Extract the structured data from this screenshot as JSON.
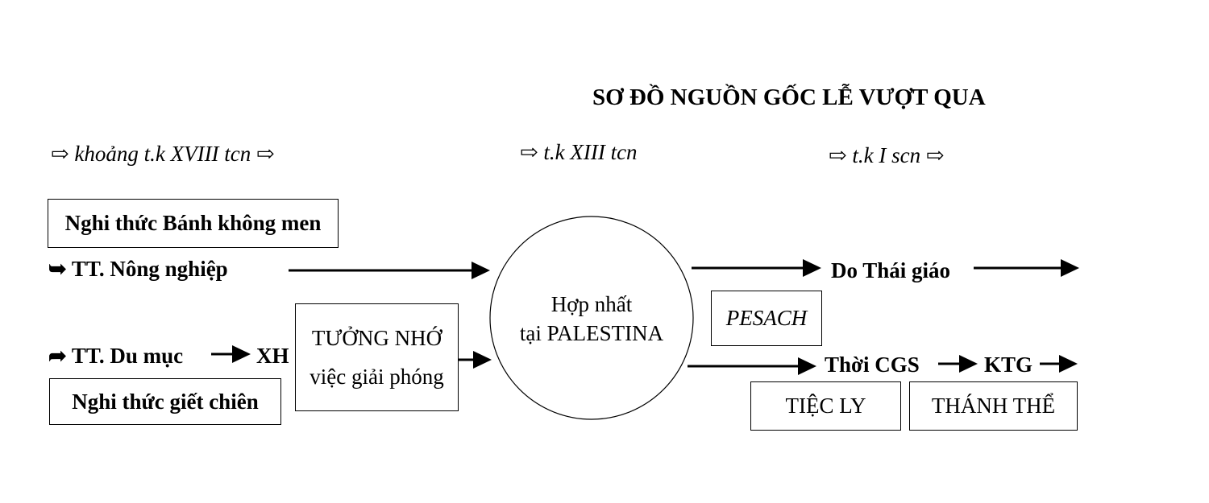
{
  "title": "SƠ ĐỒ NGUỒN GỐC LỄ VƯỢT QUA",
  "timeline": {
    "period_1": "⇨ khoảng t.k XVIII tcn ⇨",
    "period_2": "⇨ t.k XIII tcn",
    "period_3": "⇨ t.k I scn ⇨"
  },
  "left": {
    "unleavened_rite": "Nghi thức Bánh không men",
    "agricultural_marker": "➥",
    "agricultural_tradition": "TT. Nông nghiệp",
    "nomadic_marker": "➦",
    "nomadic_tradition": "TT. Du mục",
    "society_abbr": "XH",
    "lamb_rite": "Nghi thức giết chiên"
  },
  "memorial": {
    "line_1": "TƯỞNG NHỚ",
    "line_2": "việc giải phóng"
  },
  "center": {
    "line_1": "Hợp nhất",
    "line_2": "tại PALESTINA"
  },
  "right": {
    "judaism": "Do Thái giáo",
    "pesach": "PESACH",
    "christ_era": "Thời CGS",
    "christianity_abbr": "KTG",
    "last_supper": "TIỆC LY",
    "eucharist": "THÁNH THỂ"
  }
}
